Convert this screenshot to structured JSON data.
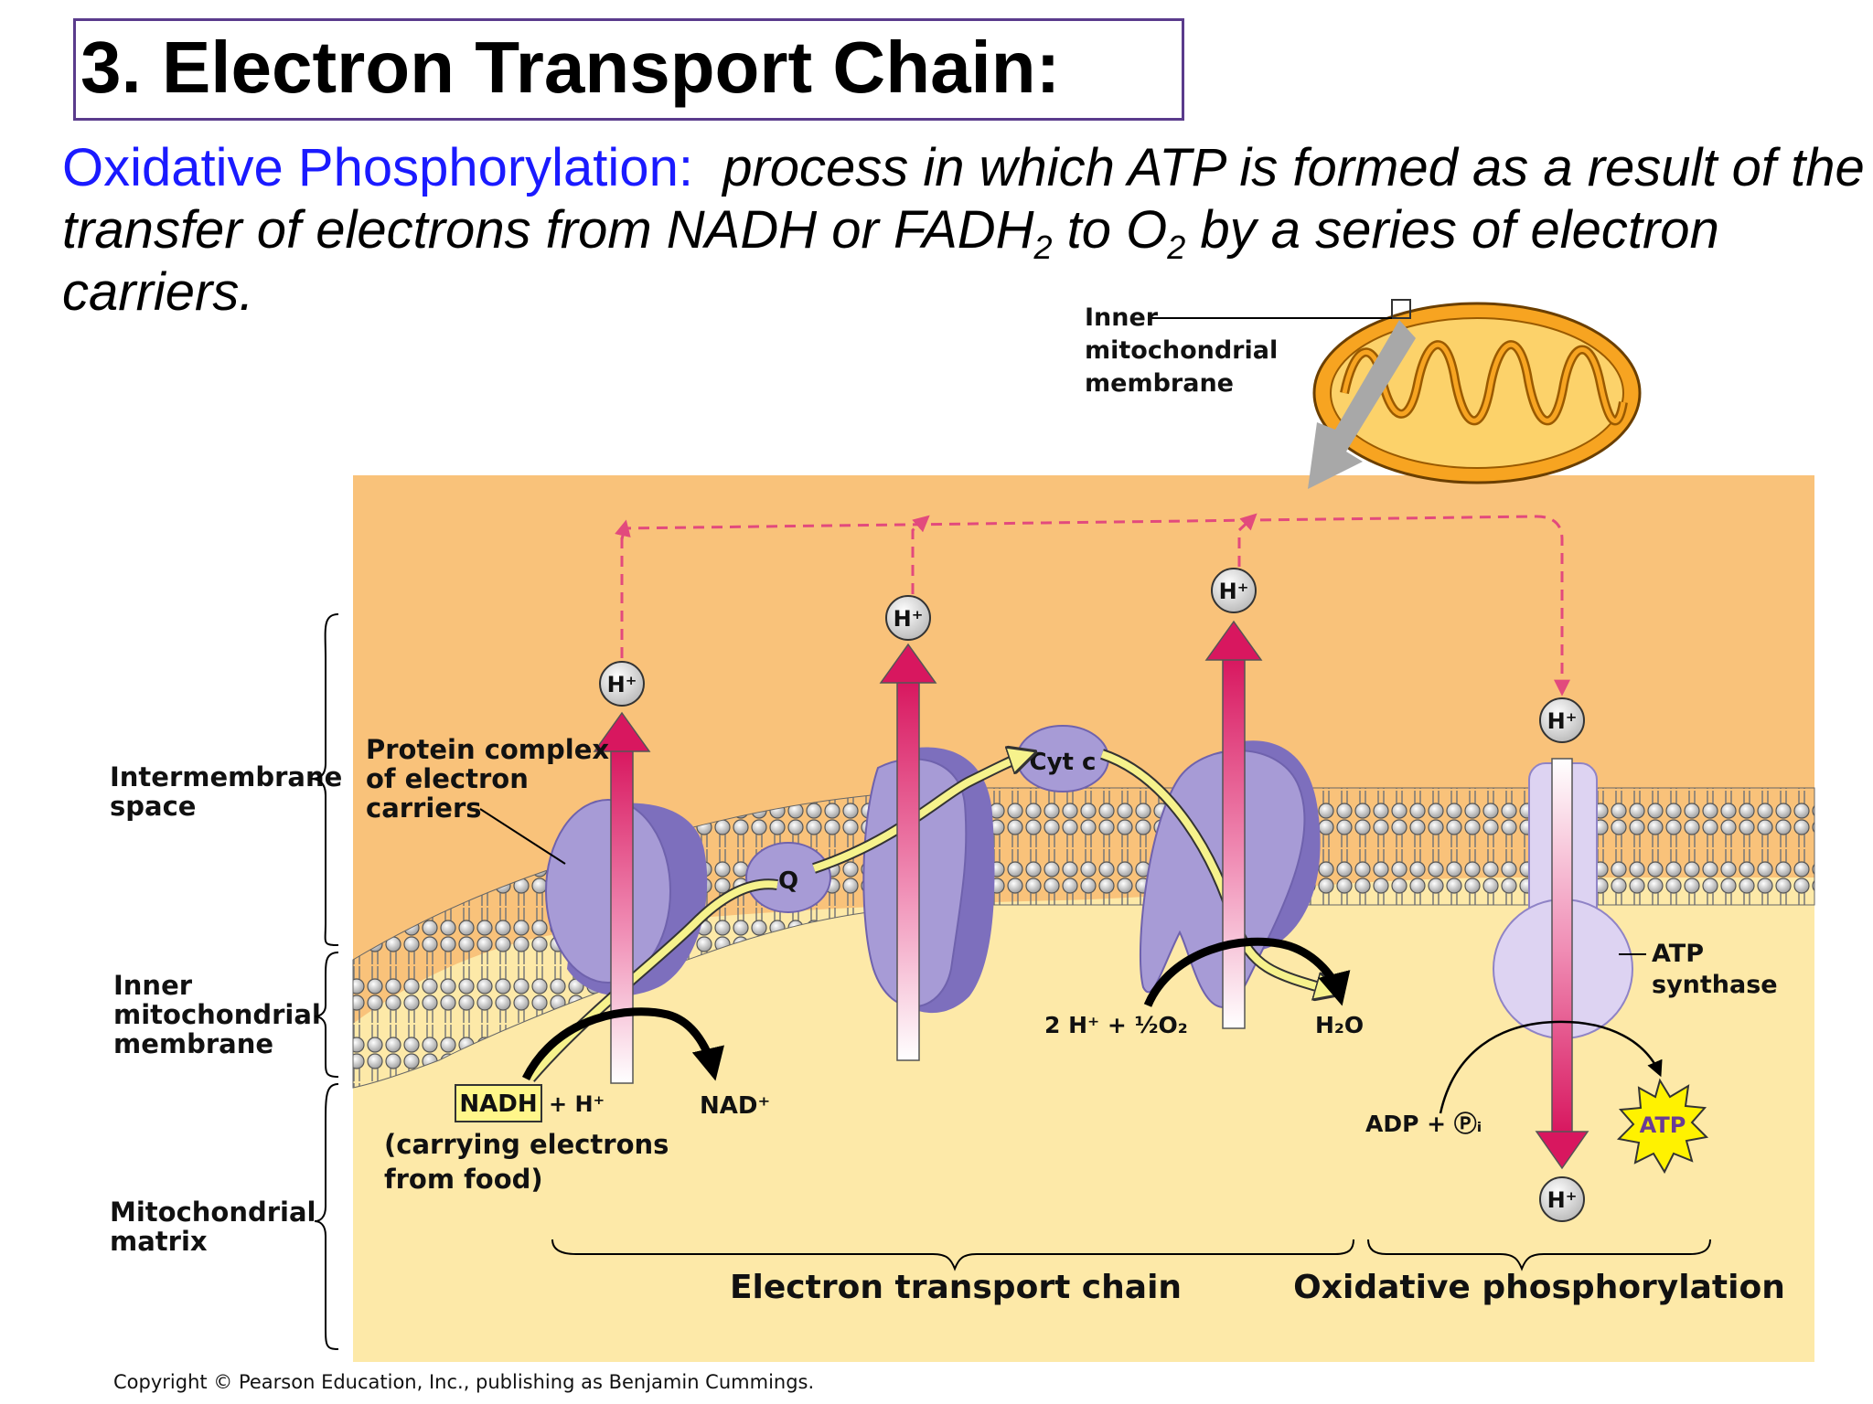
{
  "slide": {
    "title": "3. Electron Transport Chain:",
    "definition": {
      "term": "Oxidative Phosphorylation:",
      "text_1": "process in which ATP is formed as a result of the transfer of electrons from NADH or FADH",
      "sub_1": "2",
      "text_2": " to O",
      "sub_2": "2",
      "text_3": " by a series of electron carriers."
    },
    "copyright": "Copyright © Pearson Education, Inc., publishing as Benjamin Cummings."
  },
  "diagram": {
    "labels": {
      "inner_membrane_top": [
        "Inner",
        "mitochondrial",
        "membrane"
      ],
      "intermembrane_space": [
        "Intermembrane",
        "space"
      ],
      "inner_membrane_side": [
        "Inner",
        "mitochondrial",
        "membrane"
      ],
      "matrix": [
        "Mitochondrial",
        "matrix"
      ],
      "protein_complex": [
        "Protein complex",
        "of electron",
        "carriers"
      ],
      "q": "Q",
      "cyt_c": "Cyt c",
      "h_plus": "H⁺",
      "nadh": "NADH",
      "nadh_plus": "+ H⁺",
      "nadh_note": [
        "(carrying electrons",
        "from food)"
      ],
      "nad_plus": "NAD⁺",
      "oxygen_reactant": "2 H⁺ + ½O₂",
      "water": "H₂O",
      "atp_synthase": [
        "ATP",
        "synthase"
      ],
      "adp": "ADP + Ⓟᵢ",
      "atp": "ATP",
      "etc_bracket": "Electron transport chain",
      "oxphos_bracket": "Oxidative phosphorylation"
    },
    "colors": {
      "intermembrane": "#f9c27a",
      "matrix": "#fde9a8",
      "protein": "#a79bd6",
      "protein_shadow": "#7d6fbd",
      "proton_arrow": "#d8175f",
      "electron_path": "#f6f28c",
      "mitochondrion": "#f7a421",
      "title_border": "#5a3b8c",
      "term_blue": "#1a1aff",
      "atp_star": "#fff200"
    }
  }
}
